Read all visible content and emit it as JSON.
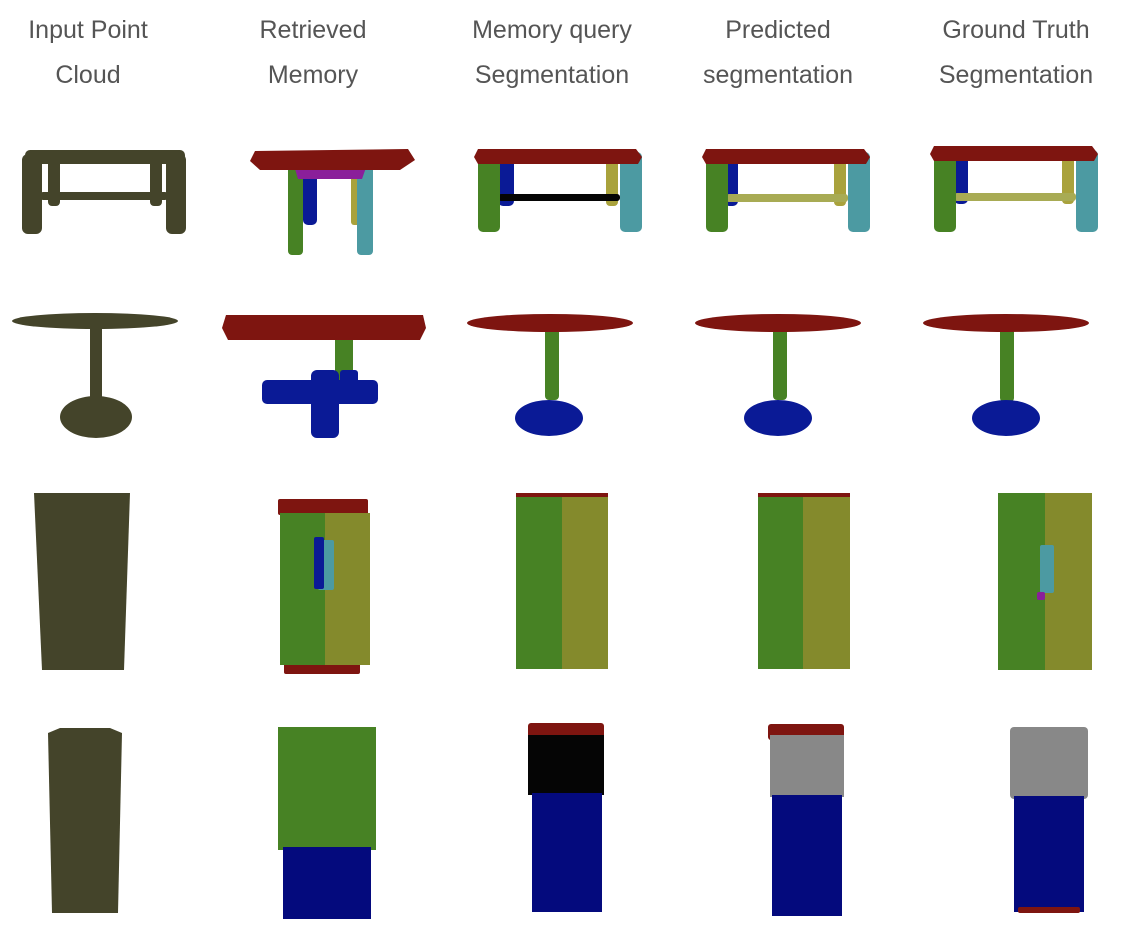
{
  "headers": [
    {
      "line1": "Input Point",
      "line2": "Cloud"
    },
    {
      "line1": "Retrieved",
      "line2": "Memory"
    },
    {
      "line1": "Memory query",
      "line2": "Segmentation"
    },
    {
      "line1": "Predicted",
      "line2": "segmentation"
    },
    {
      "line1": "Ground Truth",
      "line2": "Segmentation"
    }
  ],
  "colors": {
    "input": "#44442a",
    "red": "#7e1510",
    "green": "#478224",
    "blue": "#0a1a96",
    "navy": "#040a7d",
    "olive": "#848a2c",
    "teal": "#4c9aa2",
    "magenta": "#8a1f9a",
    "black": "#050505",
    "gray": "#888888",
    "khaki": "#a8ab54",
    "oliveleg": "#a9a23c"
  }
}
